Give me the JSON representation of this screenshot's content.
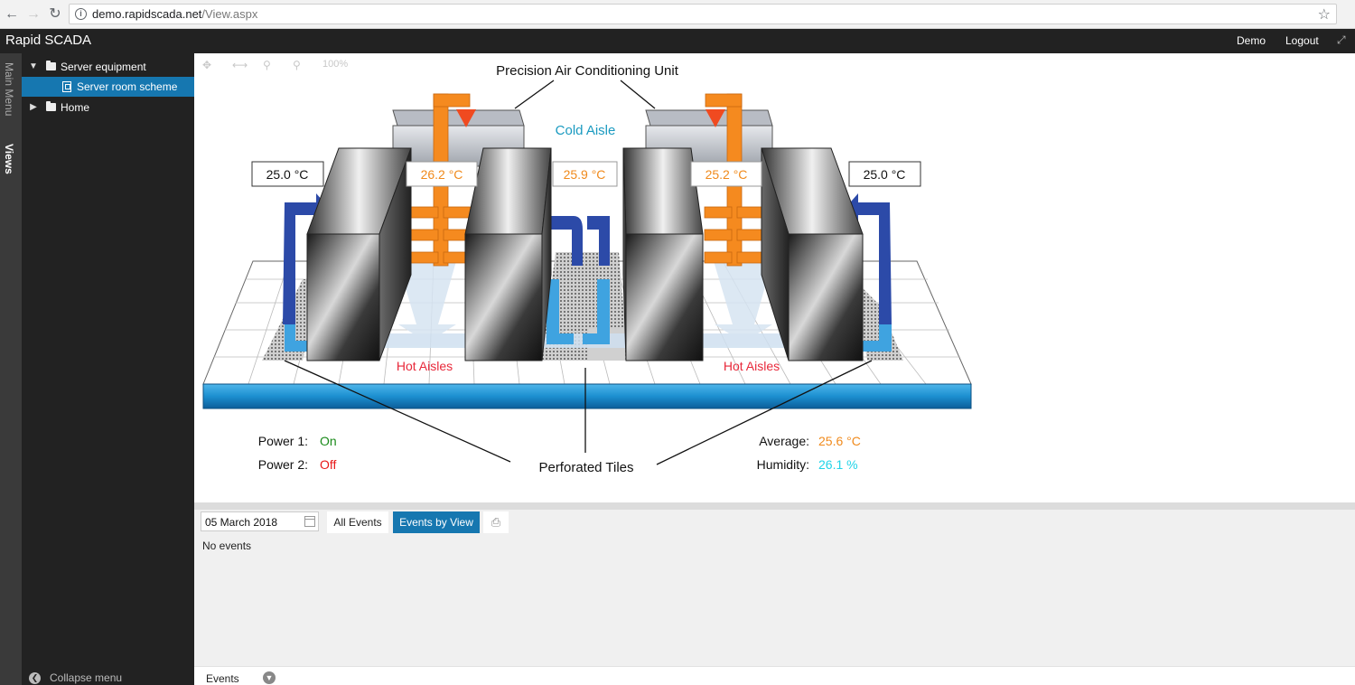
{
  "browser": {
    "url_host": "demo.rapidscada.net",
    "url_path": "/View.aspx"
  },
  "header": {
    "brand": "Rapid SCADA",
    "user": "Demo",
    "logout": "Logout"
  },
  "vtabs": {
    "main_menu": "Main Menu",
    "views": "Views"
  },
  "tree": {
    "items": [
      {
        "label": "Server equipment"
      },
      {
        "label": "Server room scheme"
      },
      {
        "label": "Home"
      }
    ],
    "collapse_label": "Collapse menu"
  },
  "toolbar": {
    "zoom": "100%"
  },
  "scheme": {
    "title": "Precision Air Conditioning Unit",
    "cold_aisle": "Cold Aisle",
    "hot_aisles": "Hot Aisles",
    "perforated_tiles": "Perforated Tiles",
    "temps": [
      "25.0 °C",
      "26.2 °C",
      "25.9 °C",
      "25.2 °C",
      "25.0 °C"
    ],
    "power1_label": "Power 1:",
    "power1_value": "On",
    "power2_label": "Power 2:",
    "power2_value": "Off",
    "average_label": "Average:",
    "average_value": "25.6 °C",
    "humidity_label": "Humidity:",
    "humidity_value": "26.1 %",
    "colors": {
      "hot_text": "#e8283a",
      "cold_text": "#1a9ac0",
      "orange_text": "#f08a1c",
      "cyan_text": "#22d4e8",
      "green_text": "#1a8a1a",
      "red_text": "#e81818"
    }
  },
  "events": {
    "date": "05 March 2018",
    "all_events": "All Events",
    "events_by_view": "Events by View",
    "no_events": "No events",
    "bottom_label": "Events"
  }
}
